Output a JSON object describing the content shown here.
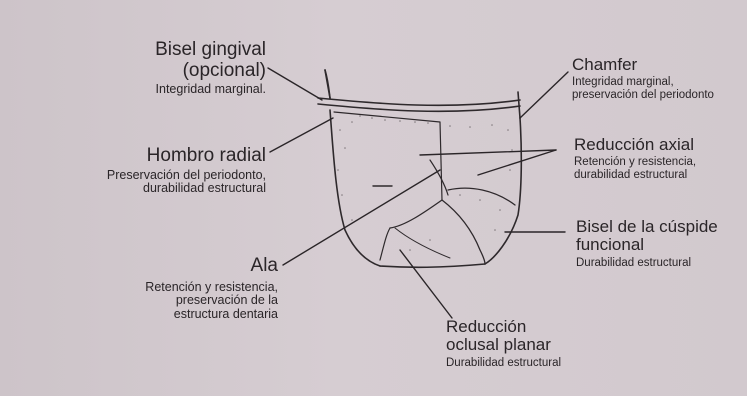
{
  "labels": {
    "bisel_gingival": {
      "title_line1": "Bisel gingival",
      "title_line2": "(opcional)",
      "desc": "Integridad marginal."
    },
    "hombro_radial": {
      "title": "Hombro radial",
      "desc_line1": "Preservación del periodonto,",
      "desc_line2": "durabilidad estructural"
    },
    "ala": {
      "title": "Ala",
      "desc_line1": "Retención y resistencia,",
      "desc_line2": "preservación de la",
      "desc_line3": "estructura dentaria"
    },
    "chamfer": {
      "title": "Chamfer",
      "desc_line1": "Integridad marginal,",
      "desc_line2": "preservación del periodonto"
    },
    "reduccion_axial": {
      "title": "Reducción axial",
      "desc_line1": "Retención y resistencia,",
      "desc_line2": "durabilidad estructural"
    },
    "bisel_cuspide": {
      "title_line1": "Bisel de la cúspide",
      "title_line2": "funcional",
      "desc": "Durabilidad estructural"
    },
    "reduccion_oclusal": {
      "title_line1": "Reducción",
      "title_line2": "oclusal planar",
      "desc": "Durabilidad estructural"
    }
  }
}
